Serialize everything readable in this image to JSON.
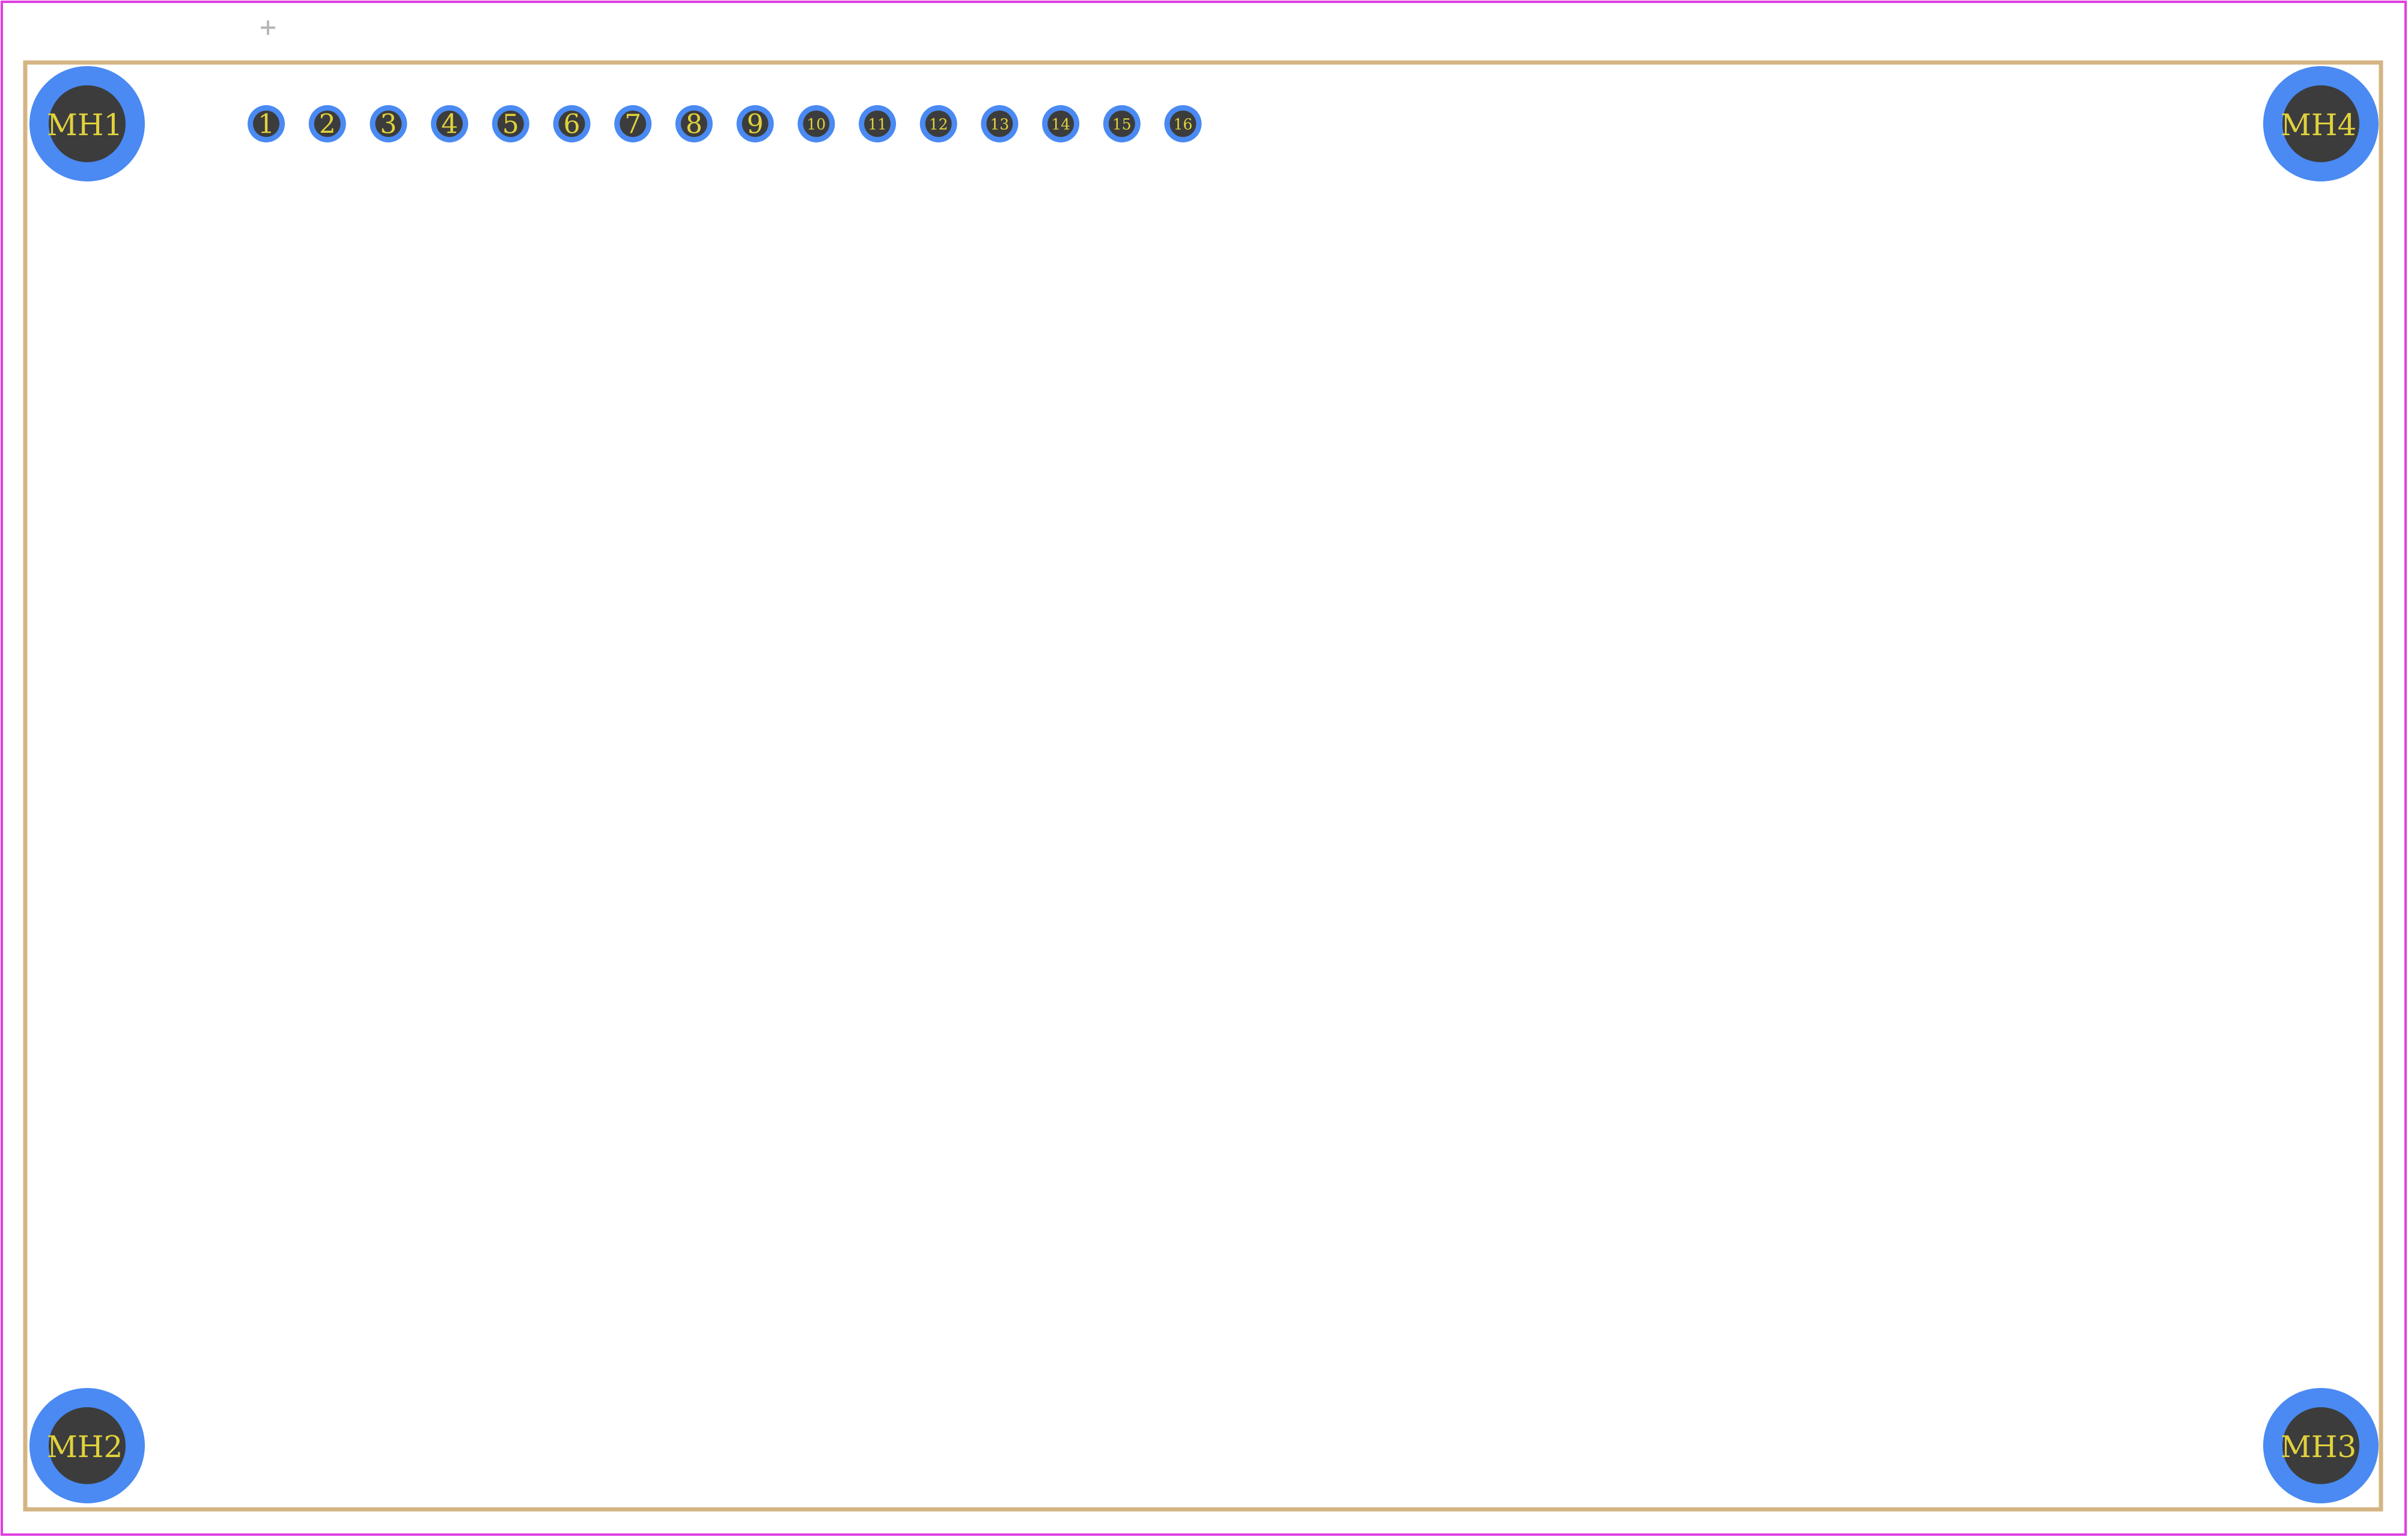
{
  "diagram": {
    "type": "pcb-footprint",
    "colors": {
      "background": "#ffffff",
      "courtyard": "#e040e0",
      "silkscreen_outline": "#d4b483",
      "pad_copper": "#4a8af2",
      "pad_hole": "#3c3c3c",
      "pad_text": "#e0d23c",
      "origin_marker": "#b8b8b8"
    },
    "pins": [
      {
        "label": "1"
      },
      {
        "label": "2"
      },
      {
        "label": "3"
      },
      {
        "label": "4"
      },
      {
        "label": "5"
      },
      {
        "label": "6"
      },
      {
        "label": "7"
      },
      {
        "label": "8"
      },
      {
        "label": "9"
      },
      {
        "label": "10"
      },
      {
        "label": "11"
      },
      {
        "label": "12"
      },
      {
        "label": "13"
      },
      {
        "label": "14"
      },
      {
        "label": "15"
      },
      {
        "label": "16"
      }
    ],
    "mounting_holes": [
      {
        "label": "MH1",
        "corner": "top-left"
      },
      {
        "label": "MH2",
        "corner": "bottom-left"
      },
      {
        "label": "MH3",
        "corner": "bottom-right"
      },
      {
        "label": "MH4",
        "corner": "top-right"
      }
    ]
  }
}
